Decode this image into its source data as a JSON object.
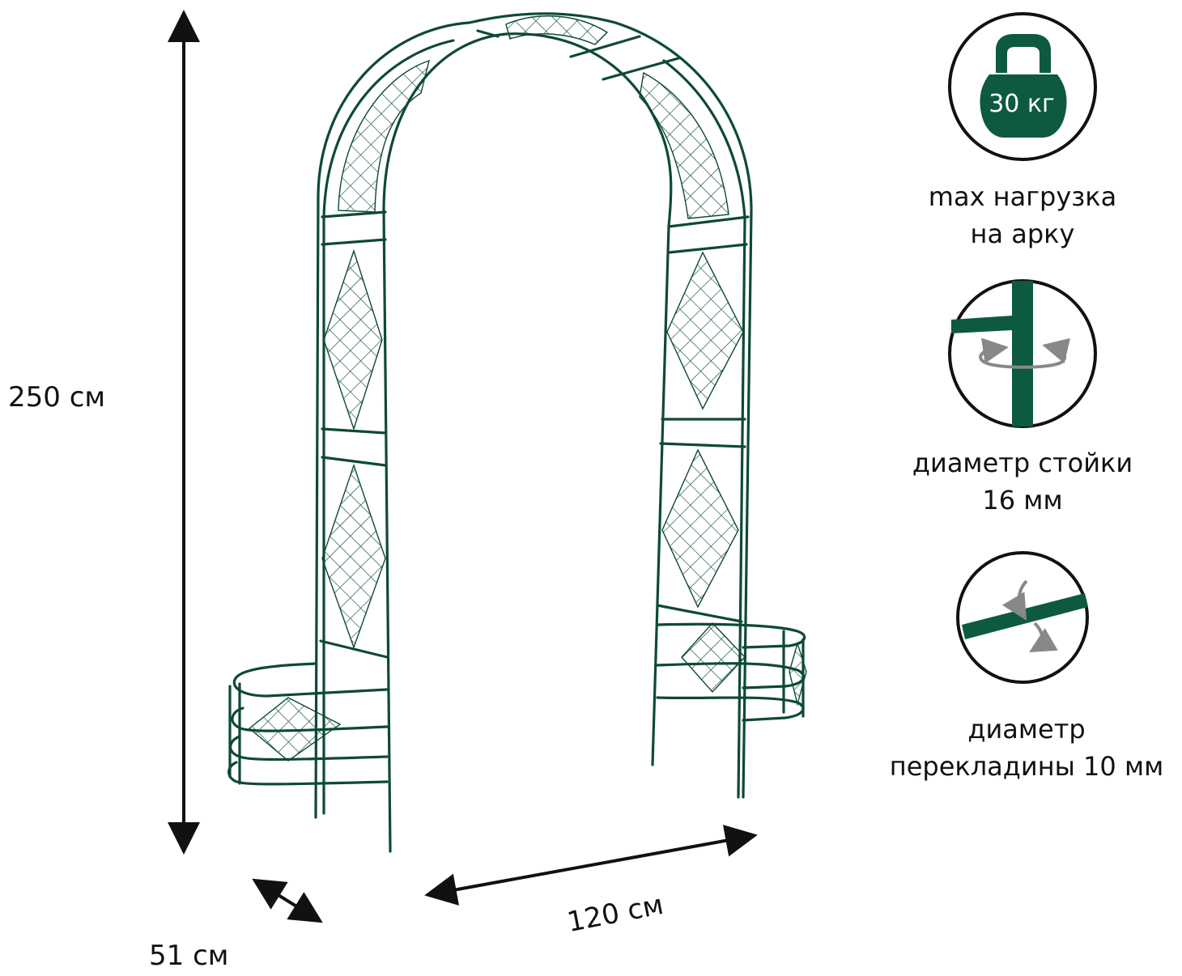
{
  "dimensions": {
    "height": "250 см",
    "width": "120 см",
    "depth": "51 см"
  },
  "features": {
    "load": {
      "icon": "kettlebell-icon",
      "badge": "30 кг",
      "line1": "max нагрузка",
      "line2": "на арку"
    },
    "post": {
      "icon": "post-rotation-icon",
      "line1": "диаметр стойки",
      "line2": "16 мм"
    },
    "crossbar": {
      "icon": "crossbar-rotation-icon",
      "line1": "диаметр",
      "line2": "перекладины 10 мм"
    }
  },
  "colors": {
    "frame": "#0e4a33",
    "ink": "#111111",
    "accent": "#0d5a3e",
    "arrow_gray": "#888888"
  }
}
